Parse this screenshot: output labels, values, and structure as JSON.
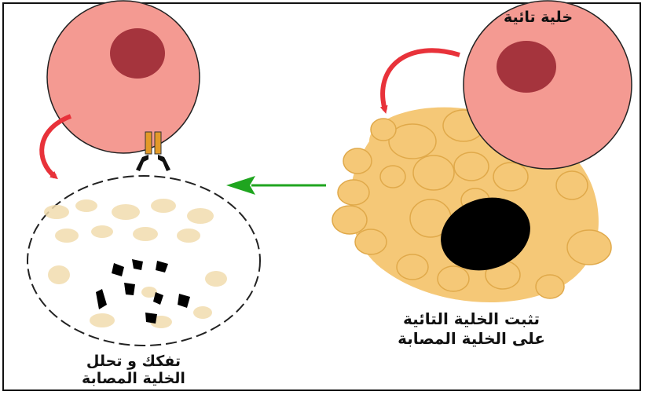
{
  "labels": {
    "tcell": "خلية تائية",
    "attach_line1": "تثبت الخلية التائية",
    "attach_line2": "على الخلية المصابة",
    "lysis_line1": "تفكك و تحلل",
    "lysis_line2": "الخلية المصابة"
  },
  "colors": {
    "cell_pink": "#f49a92",
    "nucleus": "#a5343d",
    "infected_cell": "#f5c877",
    "infected_nucleus": "#000000",
    "curved_arrow": "#e8323a",
    "green_arrow": "#1fa51f",
    "receptor_orange": "#e39a28"
  }
}
